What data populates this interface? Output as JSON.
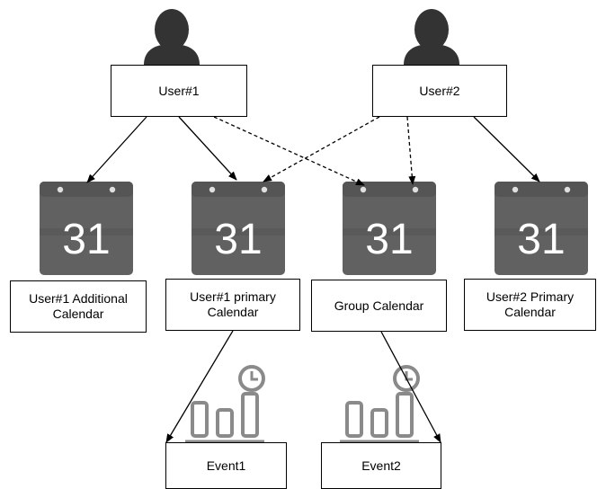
{
  "users": [
    {
      "id": "user1",
      "label": "User#1"
    },
    {
      "id": "user2",
      "label": "User#2"
    }
  ],
  "calendars": [
    {
      "id": "cal-additional",
      "number": "31",
      "label_lines": [
        "User#1 Additional",
        "Calendar"
      ]
    },
    {
      "id": "cal-primary1",
      "number": "31",
      "label_lines": [
        "User#1 primary",
        "Calendar"
      ]
    },
    {
      "id": "cal-group",
      "number": "31",
      "label_lines": [
        "Group Calendar"
      ]
    },
    {
      "id": "cal-primary2",
      "number": "31",
      "label_lines": [
        "User#2 Primary",
        "Calendar"
      ]
    }
  ],
  "events": [
    {
      "id": "event1",
      "label": "Event1"
    },
    {
      "id": "event2",
      "label": "Event2"
    }
  ],
  "edges": [
    {
      "from": "user1",
      "to": "cal-additional",
      "style": "solid"
    },
    {
      "from": "user1",
      "to": "cal-primary1",
      "style": "solid"
    },
    {
      "from": "user1",
      "to": "cal-group",
      "style": "dashed"
    },
    {
      "from": "user2",
      "to": "cal-primary1",
      "style": "dashed"
    },
    {
      "from": "user2",
      "to": "cal-group",
      "style": "dashed"
    },
    {
      "from": "user2",
      "to": "cal-primary2",
      "style": "solid"
    },
    {
      "from": "cal-primary1",
      "to": "event1",
      "style": "solid"
    },
    {
      "from": "cal-group",
      "to": "event2",
      "style": "solid"
    }
  ],
  "colors": {
    "icon_dark": "#333333",
    "calendar_top": "#555555",
    "calendar_body": "#616161",
    "calendar_fold": "#4a4a4a",
    "ring": "#e0e0e0",
    "event_icon": "#8a8a8a",
    "stroke": "#000000"
  },
  "icons": {
    "user": "person-icon",
    "calendar": "calendar-31-icon",
    "event": "event-schedule-icon"
  }
}
